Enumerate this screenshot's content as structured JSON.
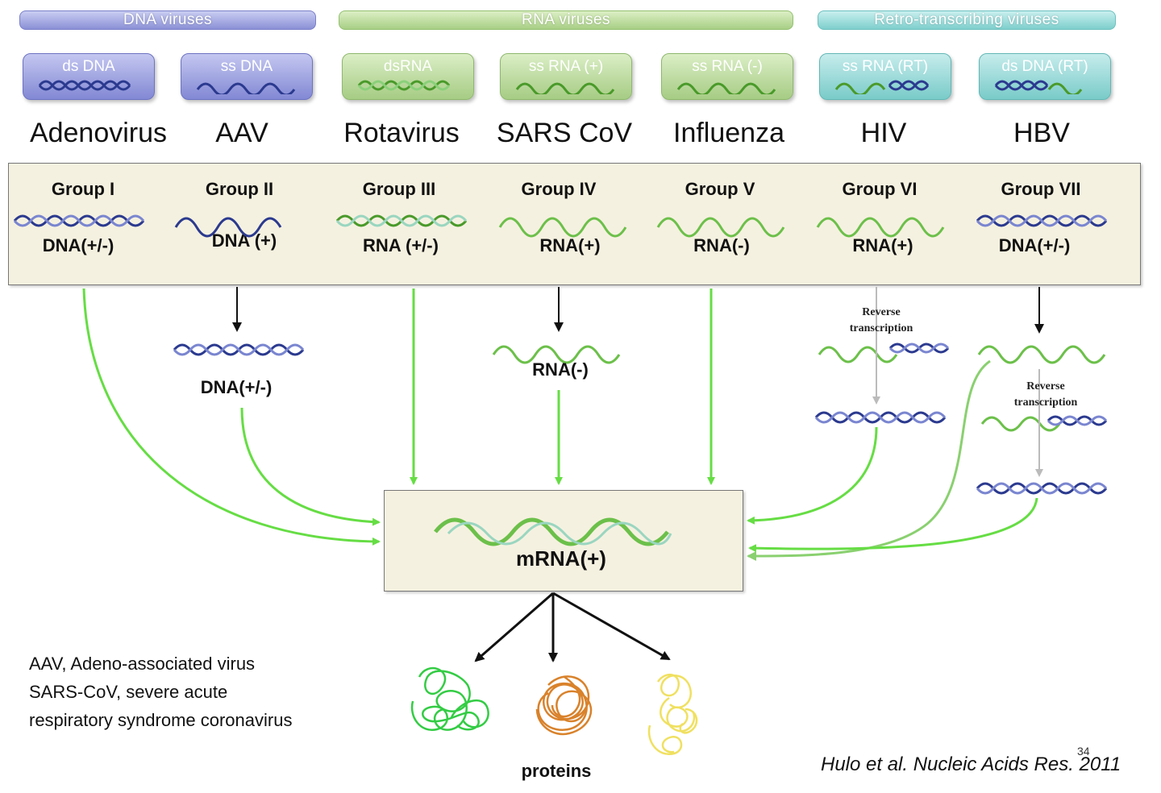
{
  "categories": [
    {
      "label": "DNA viruses",
      "color": "#8b90d6"
    },
    {
      "label": "RNA viruses",
      "color": "#a8cf86"
    },
    {
      "label": "Retro-transcribing viruses",
      "color": "#7ecfcd"
    }
  ],
  "genome_types": [
    "ds DNA",
    "ss DNA",
    "dsRNA",
    "ss RNA (+)",
    "ss RNA (-)",
    "ss RNA (RT)",
    "ds DNA (RT)"
  ],
  "viruses": [
    "Adenovirus",
    "AAV",
    "Rotavirus",
    "SARS CoV",
    "Influenza",
    "HIV",
    "HBV"
  ],
  "groups": [
    {
      "title": "Group I",
      "type": "DNA(+/-)"
    },
    {
      "title": "Group II",
      "type": "DNA (+)"
    },
    {
      "title": "Group III",
      "type": "RNA (+/-)"
    },
    {
      "title": "Group IV",
      "type": "RNA(+)"
    },
    {
      "title": "Group V",
      "type": "RNA(-)"
    },
    {
      "title": "Group VI",
      "type": "RNA(+)"
    },
    {
      "title": "Group VII",
      "type": "DNA(+/-)"
    }
  ],
  "intermediates": {
    "aav": "DNA(+/-)",
    "sars": "RNA(-)",
    "reverse_transcription": "Reverse transcription"
  },
  "mrna_label": "mRNA(+)",
  "proteins_label": "proteins",
  "footnote": {
    "line1": "AAV, Adeno-associated virus",
    "line2": "SARS-CoV, severe acute",
    "line3": "respiratory syndrome coronavirus"
  },
  "citation": "Hulo et al. Nucleic Acids Res. 2011",
  "page_number": "34",
  "colors": {
    "dna_strand": "#2b3a8f",
    "rna_strand": "#6cc04a",
    "rna_light": "#9ad6c0",
    "arrow_green": "#66dd44",
    "box_fill": "#f5f1e0",
    "protein_green": "#33cc44",
    "protein_orange": "#d9822b",
    "protein_yellow": "#f0e060"
  }
}
